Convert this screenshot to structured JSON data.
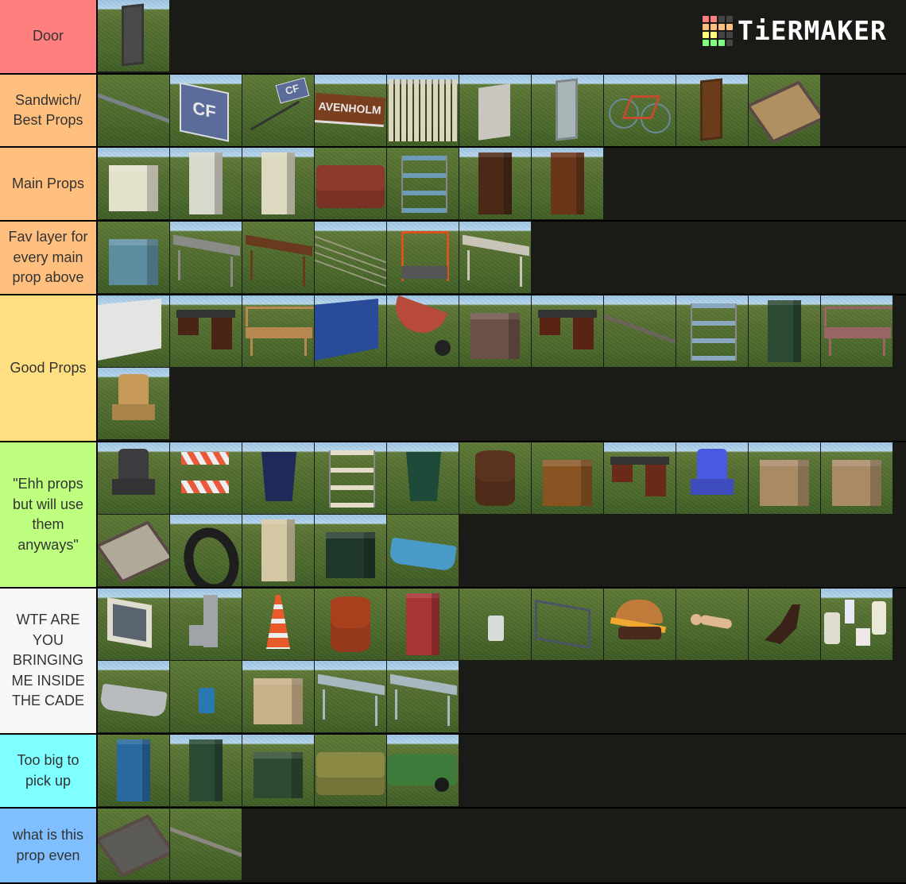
{
  "logo": {
    "text": "TiERMAKER",
    "grid_colors": [
      "#ff7f7f",
      "#ff7f7f",
      "#444444",
      "#444444",
      "#ffbf7f",
      "#ffbf7f",
      "#ffbf7f",
      "#ffbf7f",
      "#ffff7f",
      "#ffff7f",
      "#444444",
      "#444444",
      "#7fff7f",
      "#7fff7f",
      "#7fff7f",
      "#444444"
    ]
  },
  "tiers": [
    {
      "label": "Door",
      "color": "#ff7f7f",
      "height": 92,
      "items": [
        {
          "name": "door",
          "sky": true,
          "color": "#4a4a48",
          "shape": "panel-tall"
        }
      ]
    },
    {
      "label": "Sandwich/ Best Props",
      "color": "#ffbf7f",
      "height": 90,
      "items": [
        {
          "name": "metal-pipe",
          "sky": false,
          "color": "#7a8288",
          "shape": "rod"
        },
        {
          "name": "cf-sign",
          "sky": true,
          "color": "#5b6b9a",
          "shape": "sign",
          "text": "CF"
        },
        {
          "name": "cf-sign-on-posts",
          "sky": false,
          "color": "#5b6b9a",
          "shape": "small-sign",
          "text": "CF"
        },
        {
          "name": "ravenholm-sign",
          "sky": true,
          "color": "#7a3f1e",
          "shape": "banner",
          "text": "AVENHOLM"
        },
        {
          "name": "picket-fence",
          "sky": true,
          "color": "#dcd6bf",
          "shape": "fence"
        },
        {
          "name": "wooden-board",
          "sky": true,
          "color": "#c8c6bf",
          "shape": "panel"
        },
        {
          "name": "locker-door",
          "sky": true,
          "color": "#a8b6b8",
          "shape": "panel-tall"
        },
        {
          "name": "bicycle",
          "sky": true,
          "color": "#c44c2e",
          "shape": "bike"
        },
        {
          "name": "wooden-door-panel",
          "sky": true,
          "color": "#6b3c1c",
          "shape": "panel-tall"
        },
        {
          "name": "mattress-frame",
          "sky": false,
          "color": "#b09060",
          "shape": "mat"
        }
      ]
    },
    {
      "label": "Main Props",
      "color": "#ffbf7f",
      "height": 91,
      "items": [
        {
          "name": "washing-machine",
          "sky": true,
          "color": "#e3e0cc",
          "shape": "box"
        },
        {
          "name": "vending-cabinet",
          "sky": true,
          "color": "#d8d8cc",
          "shape": "box-tall"
        },
        {
          "name": "fridge",
          "sky": true,
          "color": "#dcd9c0",
          "shape": "box-tall"
        },
        {
          "name": "red-couch",
          "sky": false,
          "color": "#8e3a2a",
          "shape": "couch"
        },
        {
          "name": "metal-shelf",
          "sky": false,
          "color": "#6c9cb8",
          "shape": "shelf"
        },
        {
          "name": "bookshelf",
          "sky": true,
          "color": "#4a2a16",
          "shape": "box-tall"
        },
        {
          "name": "wardrobe",
          "sky": true,
          "color": "#6a3518",
          "shape": "box-tall"
        }
      ]
    },
    {
      "label": "Fav layer for every main prop above",
      "color": "#ffbf7f",
      "height": 91,
      "items": [
        {
          "name": "blue-metal-crate",
          "sky": false,
          "color": "#5d8ea0",
          "shape": "box"
        },
        {
          "name": "metal-table",
          "sky": true,
          "color": "#8a8a86",
          "shape": "table"
        },
        {
          "name": "wooden-table",
          "sky": false,
          "color": "#6a3a1e",
          "shape": "table"
        },
        {
          "name": "fence-railing",
          "sky": true,
          "color": "#9a9a80",
          "shape": "fence-low"
        },
        {
          "name": "hand-truck-cart",
          "sky": true,
          "color": "#d9541f",
          "shape": "cart"
        },
        {
          "name": "long-bench-table",
          "sky": true,
          "color": "#c8c4b8",
          "shape": "table"
        }
      ]
    },
    {
      "label": "Good Props",
      "color": "#ffdf7f",
      "height": 183,
      "items": [
        {
          "name": "concrete-barrier",
          "sky": true,
          "color": "#e4e4e2",
          "shape": "wall"
        },
        {
          "name": "office-desk",
          "sky": true,
          "color": "#4a2414",
          "shape": "desk"
        },
        {
          "name": "wooden-bench",
          "sky": true,
          "color": "#b88850",
          "shape": "bench"
        },
        {
          "name": "blue-tarp-frame",
          "sky": true,
          "color": "#2a4a9a",
          "shape": "wall"
        },
        {
          "name": "wheelbarrow",
          "sky": true,
          "color": "#b84a3a",
          "shape": "barrow"
        },
        {
          "name": "engine-block",
          "sky": true,
          "color": "#6a5046",
          "shape": "box"
        },
        {
          "name": "vanity-table",
          "sky": true,
          "color": "#5a2414",
          "shape": "desk"
        },
        {
          "name": "car-axle",
          "sky": true,
          "color": "#6a645a",
          "shape": "rod"
        },
        {
          "name": "rolling-rack",
          "sky": true,
          "color": "#8aa8c0",
          "shape": "shelf"
        },
        {
          "name": "green-filing-cabinet",
          "sky": true,
          "color": "#2c4a34",
          "shape": "box-tall"
        },
        {
          "name": "pink-bench",
          "sky": true,
          "color": "#9a6464",
          "shape": "bench"
        },
        {
          "name": "armchair",
          "sky": true,
          "color": "#c89a58",
          "shape": "chair"
        }
      ]
    },
    {
      "label": "\"Ehh props but will use them anyways\"",
      "color": "#bfff7f",
      "height": 182,
      "items": [
        {
          "name": "office-chair",
          "sky": true,
          "color": "#3c3c40",
          "shape": "chair"
        },
        {
          "name": "road-barricade",
          "sky": true,
          "color": "#d8704a",
          "shape": "barricade"
        },
        {
          "name": "blue-trash-bin",
          "sky": true,
          "color": "#1e2a5a",
          "shape": "bin"
        },
        {
          "name": "display-counter",
          "sky": true,
          "color": "#e4dcc8",
          "shape": "shelf"
        },
        {
          "name": "wire-trash-can",
          "sky": true,
          "color": "#1e4a3a",
          "shape": "bin"
        },
        {
          "name": "wooden-barrel",
          "sky": false,
          "color": "#5a321e",
          "shape": "barrel"
        },
        {
          "name": "wooden-dresser",
          "sky": false,
          "color": "#8a5422",
          "shape": "box"
        },
        {
          "name": "small-wooden-desk",
          "sky": true,
          "color": "#6a2a1a",
          "shape": "desk"
        },
        {
          "name": "blue-chair",
          "sky": true,
          "color": "#4a5ae0",
          "shape": "chair"
        },
        {
          "name": "wooden-crate-large",
          "sky": true,
          "color": "#a88a64",
          "shape": "box"
        },
        {
          "name": "wooden-crate-small",
          "sky": true,
          "color": "#a88a64",
          "shape": "box"
        },
        {
          "name": "wooden-pallet",
          "sky": false,
          "color": "#b0a898",
          "shape": "mat"
        },
        {
          "name": "tire",
          "sky": true,
          "color": "#1e1e1e",
          "shape": "tire"
        },
        {
          "name": "cardboard-box",
          "sky": true,
          "color": "#d4c8a4",
          "shape": "box-tall"
        },
        {
          "name": "green-filing-cabinet-short",
          "sky": true,
          "color": "#20382a",
          "shape": "box"
        },
        {
          "name": "blue-rusty-tub",
          "sky": false,
          "color": "#4a9ac8",
          "shape": "tub"
        }
      ]
    },
    {
      "label": "WTF ARE YOU BRINGING ME INSIDE THE CADE",
      "color": "#f7f7f7",
      "height": 182,
      "items": [
        {
          "name": "crt-monitor",
          "sky": true,
          "color": "#e0ddd0",
          "shape": "monitor"
        },
        {
          "name": "cinder-blocks",
          "sky": true,
          "color": "#a0a4a8",
          "shape": "blocks"
        },
        {
          "name": "traffic-cone",
          "sky": false,
          "color": "#e85a2a",
          "shape": "cone"
        },
        {
          "name": "oil-drum",
          "sky": false,
          "color": "#a8401e",
          "shape": "barrel"
        },
        {
          "name": "jerry-can",
          "sky": false,
          "color": "#a83434",
          "shape": "box-tall"
        },
        {
          "name": "paint-can",
          "sky": false,
          "color": "#d8dcd8",
          "shape": "can"
        },
        {
          "name": "wire-cage",
          "sky": false,
          "color": "#4a5466",
          "shape": "cage"
        },
        {
          "name": "burger",
          "sky": false,
          "color": "#c07a3a",
          "shape": "burger"
        },
        {
          "name": "baby-doll",
          "sky": false,
          "color": "#e0b890",
          "shape": "doll"
        },
        {
          "name": "boot",
          "sky": false,
          "color": "#3a2218",
          "shape": "boot"
        },
        {
          "name": "bottles-and-cartons",
          "sky": true,
          "color": "#e0dcd0",
          "shape": "bottles"
        },
        {
          "name": "metal-tub-and-bucket",
          "sky": true,
          "color": "#b8bcbe",
          "shape": "tub"
        },
        {
          "name": "soda-can",
          "sky": false,
          "color": "#2a78b0",
          "shape": "can"
        },
        {
          "name": "cardboard-boxes",
          "sky": true,
          "color": "#c8b088",
          "shape": "box"
        },
        {
          "name": "metal-table-low",
          "sky": true,
          "color": "#a8b8c0",
          "shape": "table"
        },
        {
          "name": "metal-table-wide",
          "sky": true,
          "color": "#a8b8c0",
          "shape": "table"
        }
      ]
    },
    {
      "label": "Too big to pick up",
      "color": "#7fffff",
      "height": 91,
      "items": [
        {
          "name": "vending-machine",
          "sky": false,
          "color": "#2a6aa0",
          "shape": "box-tall"
        },
        {
          "name": "green-locker",
          "sky": true,
          "color": "#2a4a34",
          "shape": "box-tall"
        },
        {
          "name": "dumpster",
          "sky": true,
          "color": "#2e4a30",
          "shape": "box"
        },
        {
          "name": "striped-sofa",
          "sky": false,
          "color": "#8a8a44",
          "shape": "couch"
        },
        {
          "name": "green-car",
          "sky": true,
          "color": "#3e7a3a",
          "shape": "car"
        }
      ]
    },
    {
      "label": "what is this prop even",
      "color": "#7fbfff",
      "height": 93,
      "items": [
        {
          "name": "metal-plate-table",
          "sky": false,
          "color": "#5c5a56",
          "shape": "mat"
        },
        {
          "name": "concrete-beam",
          "sky": false,
          "color": "#8a8880",
          "shape": "rod"
        }
      ]
    }
  ]
}
